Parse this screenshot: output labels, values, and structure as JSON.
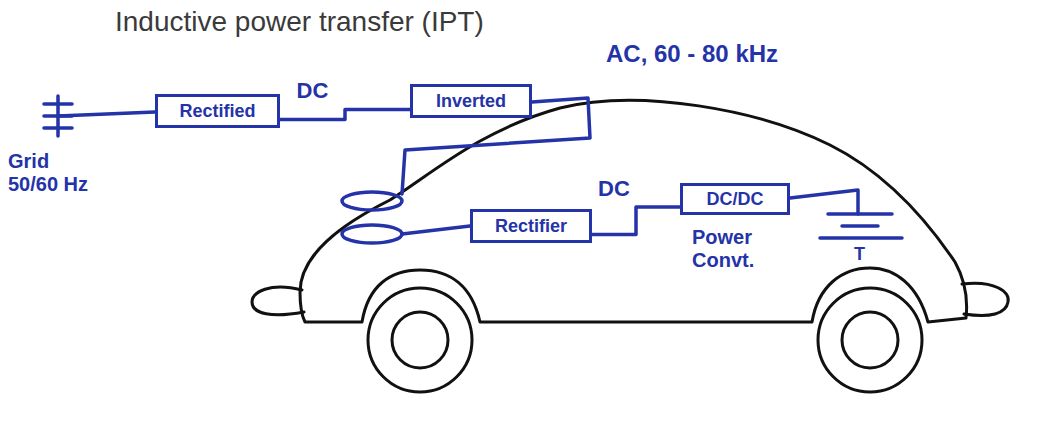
{
  "diagram": {
    "title": "Inductive power transfer (IPT)",
    "nodes": [
      {
        "text": [
          "Rectified"
        ]
      },
      {
        "text": [
          "Inverted"
        ]
      },
      {
        "text": [
          "Rectifier"
        ]
      },
      {
        "text": [
          "DC/DC"
        ]
      }
    ],
    "edges": [
      {
        "from": 0,
        "to": 1,
        "label": "DC",
        "arrow": "none"
      },
      {
        "from": 2,
        "to": 3,
        "label": "DC",
        "arrow": "none"
      }
    ],
    "labels": [
      "AC, 60 - 80 kHz",
      "Grid 50/60 Hz",
      "Power Convt.",
      "T"
    ]
  }
}
